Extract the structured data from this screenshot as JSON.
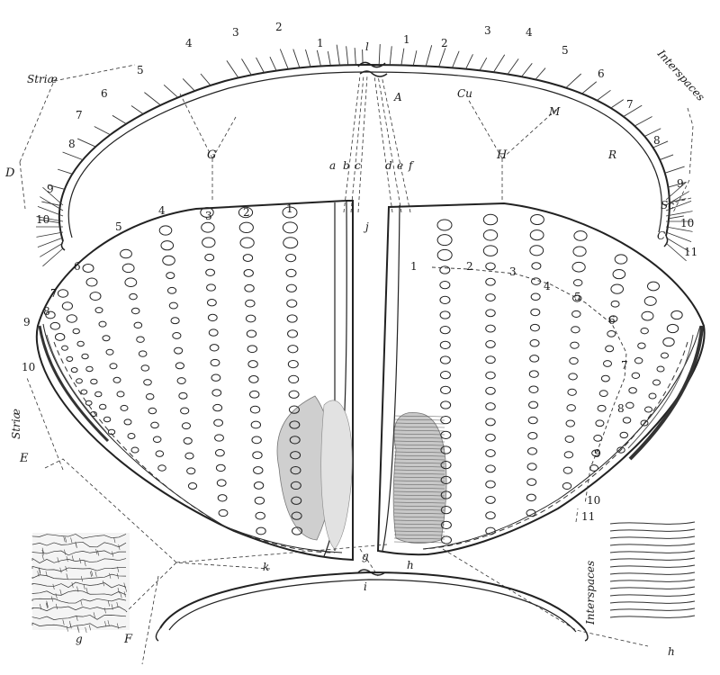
{
  "figure": {
    "labels": {
      "striae": "Striæ",
      "interspaces": "Interspaces",
      "A": "A",
      "Cu": "Cu",
      "M": "M",
      "R": "R",
      "Sc": "Sc",
      "C": "C",
      "D": "D",
      "E": "E",
      "F": "F",
      "G": "G",
      "H": "H",
      "a": "a",
      "b": "b",
      "c": "c",
      "d": "d",
      "e": "e",
      "f": "f",
      "g": "g",
      "h": "h",
      "i": "i",
      "j": "j",
      "k": "k",
      "l": "l"
    },
    "striae_numbers_left": [
      "1",
      "2",
      "3",
      "4",
      "5",
      "6",
      "7",
      "8",
      "9",
      "10"
    ],
    "striae_numbers_right": [
      "1",
      "2",
      "3",
      "4",
      "5",
      "6",
      "7",
      "8",
      "9",
      "10",
      "11"
    ],
    "wing_row_numbers_left": [
      "1",
      "2",
      "3",
      "4",
      "5",
      "6",
      "7",
      "8",
      "9",
      "10"
    ],
    "wing_row_numbers_right": [
      "1",
      "2",
      "3",
      "4",
      "5",
      "6",
      "7",
      "8",
      "9",
      "10",
      "11"
    ]
  }
}
